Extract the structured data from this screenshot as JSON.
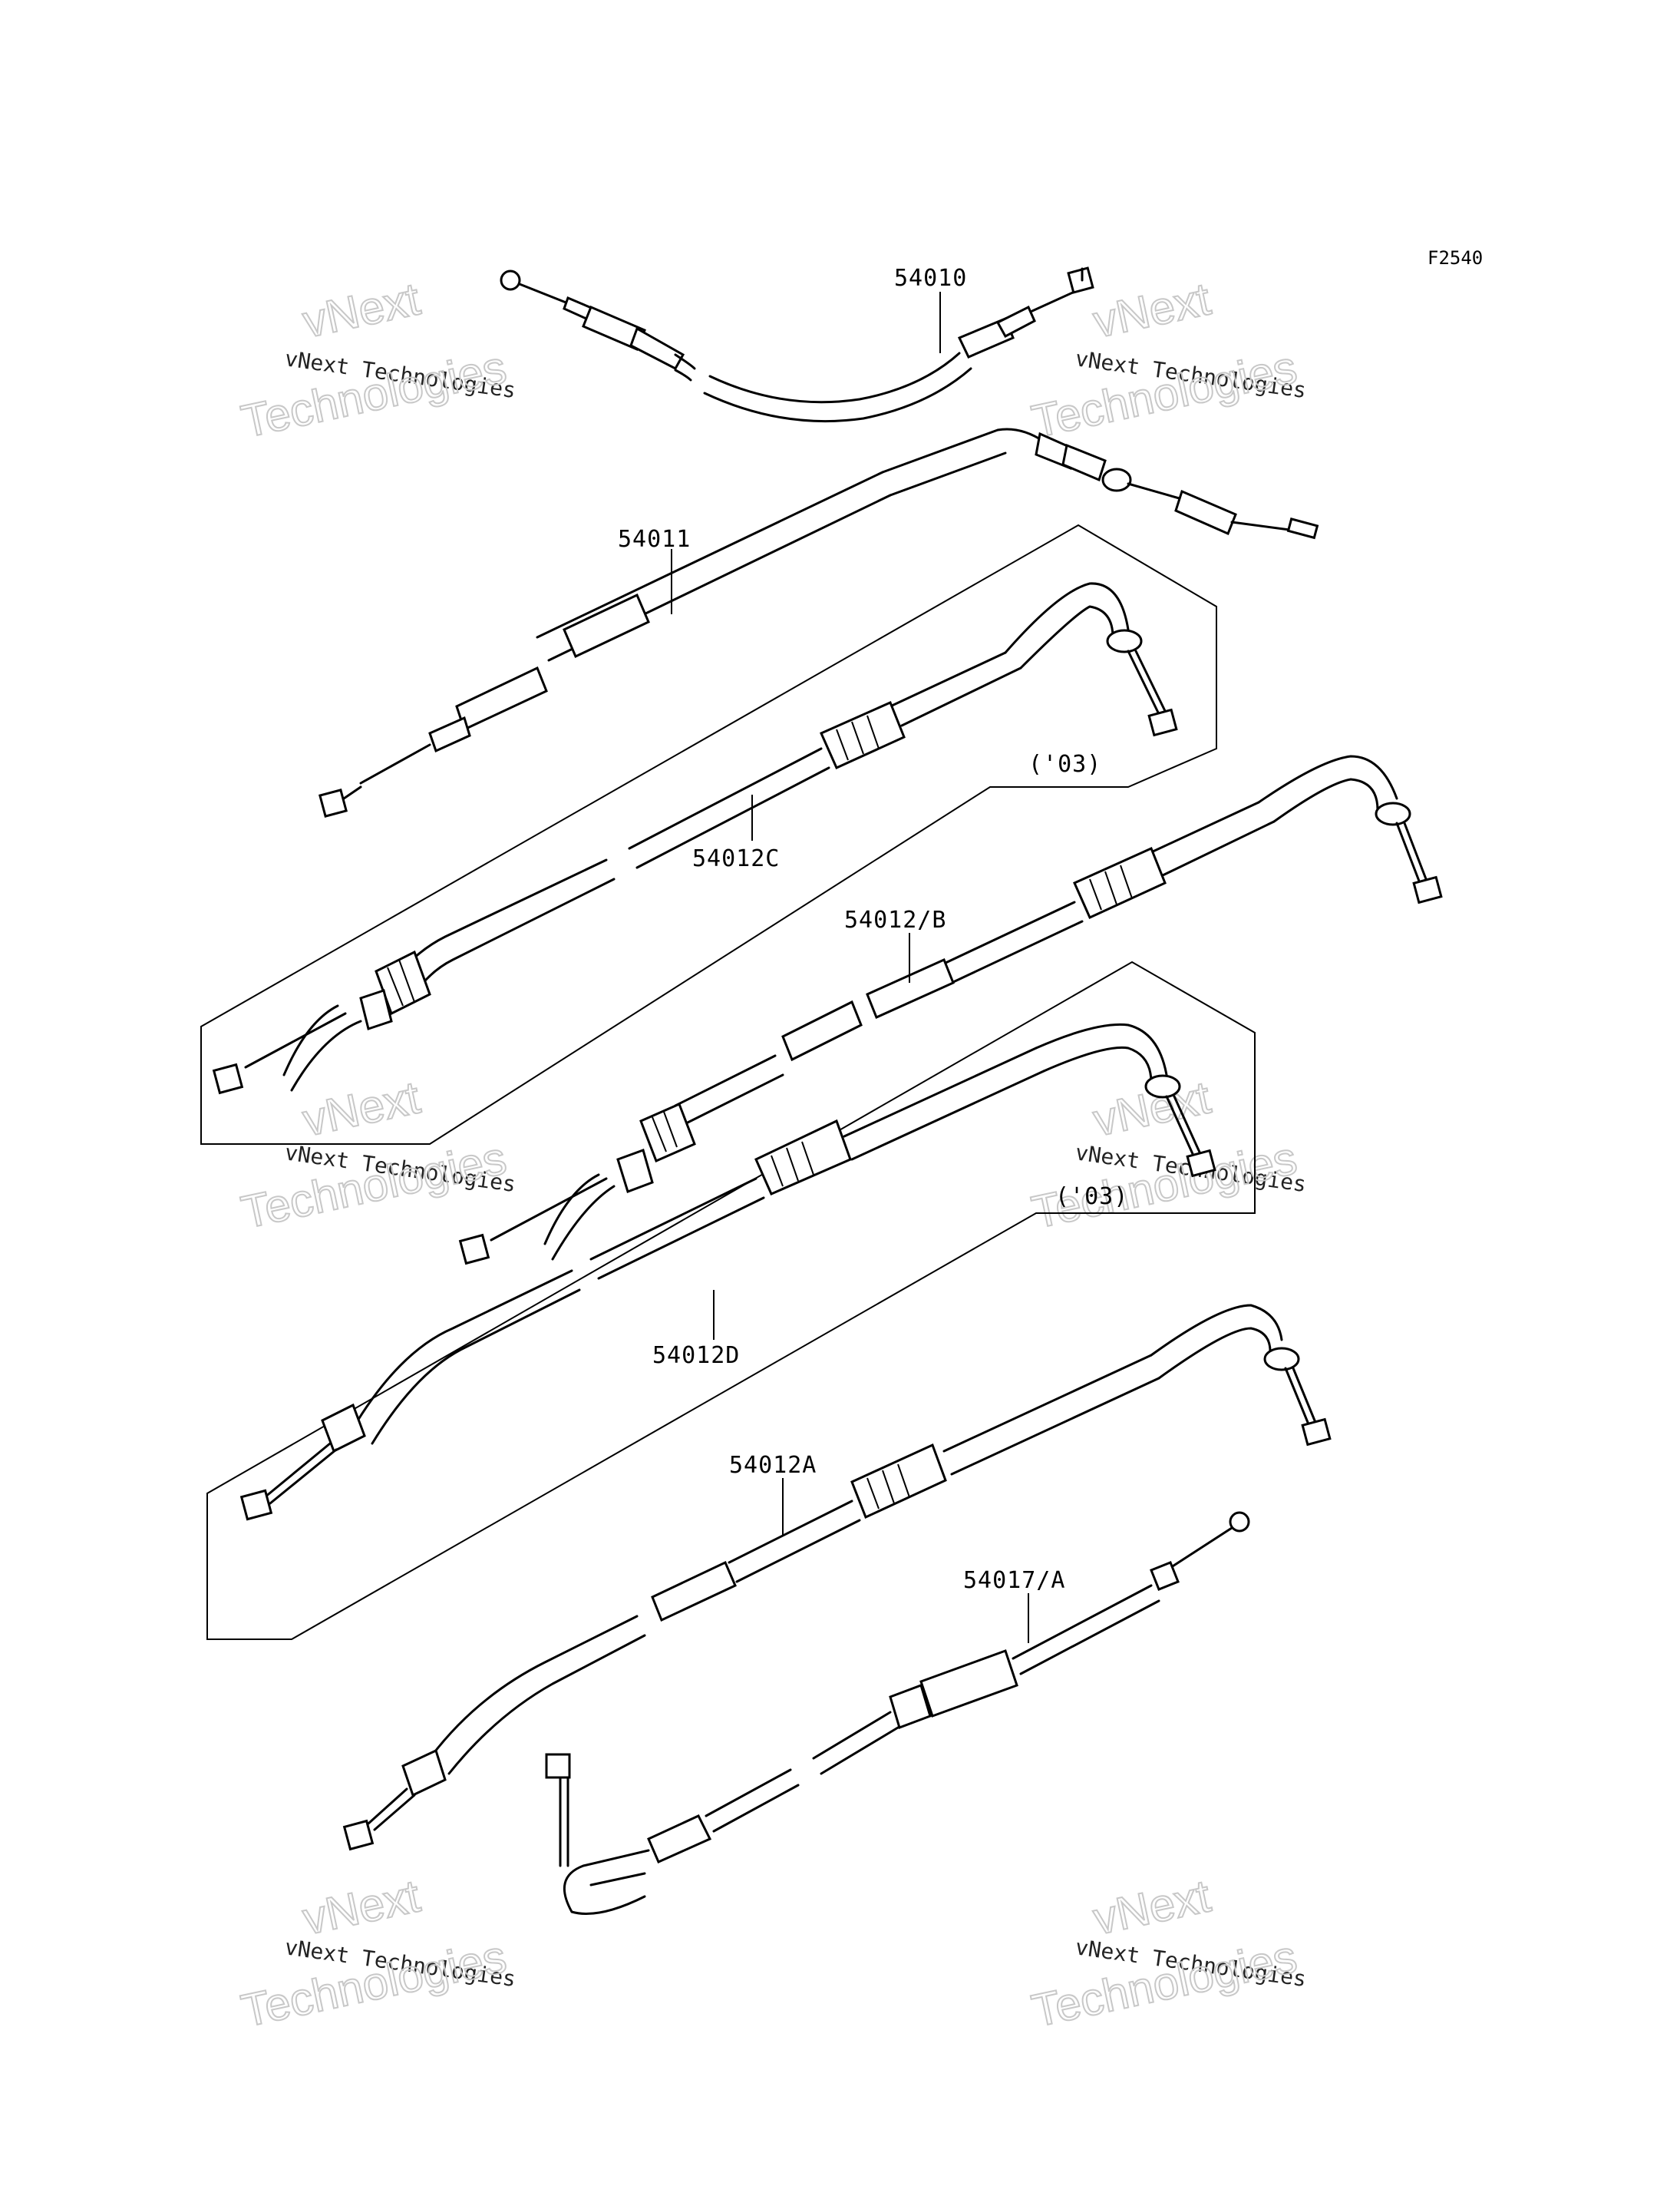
{
  "figure_code": "F2540",
  "parts": [
    {
      "id": "p54010",
      "label": "54010"
    },
    {
      "id": "p54011",
      "label": "54011"
    },
    {
      "id": "p54012C",
      "label": "54012C"
    },
    {
      "id": "p54012B",
      "label": "54012/B"
    },
    {
      "id": "p54012D",
      "label": "54012D"
    },
    {
      "id": "p54012A",
      "label": "54012A"
    },
    {
      "id": "p54017A",
      "label": "54017/A"
    }
  ],
  "year_notes": [
    "('03)",
    "('03)"
  ],
  "watermark": {
    "line1": "vNext",
    "line2": "vNext Technologies",
    "line3": "Technologies"
  }
}
